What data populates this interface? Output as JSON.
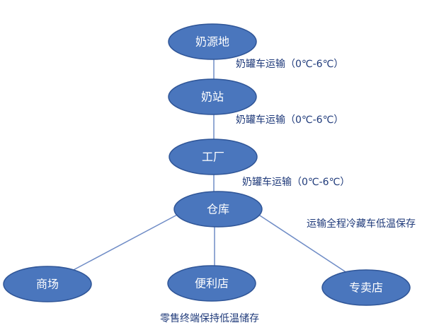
{
  "nodes": {
    "source": "奶源地",
    "station": "奶站",
    "factory": "工厂",
    "warehouse": "仓库",
    "mall": "商场",
    "convenience": "便利店",
    "specialty": "专卖店"
  },
  "labels": {
    "transport1": "奶罐车运输（0℃-6℃）",
    "transport2": "奶罐车运输（0℃-6℃）",
    "transport3": "奶罐车运输（0℃-6℃）",
    "cold_chain": "运输全程冷藏车低温保存",
    "retail": "零售终端保持低温储存"
  },
  "colors": {
    "node_fill": "#4a76bd",
    "node_stroke": "#2f5597",
    "edge": "#6f8cc6",
    "text": "#1f3a7a"
  }
}
